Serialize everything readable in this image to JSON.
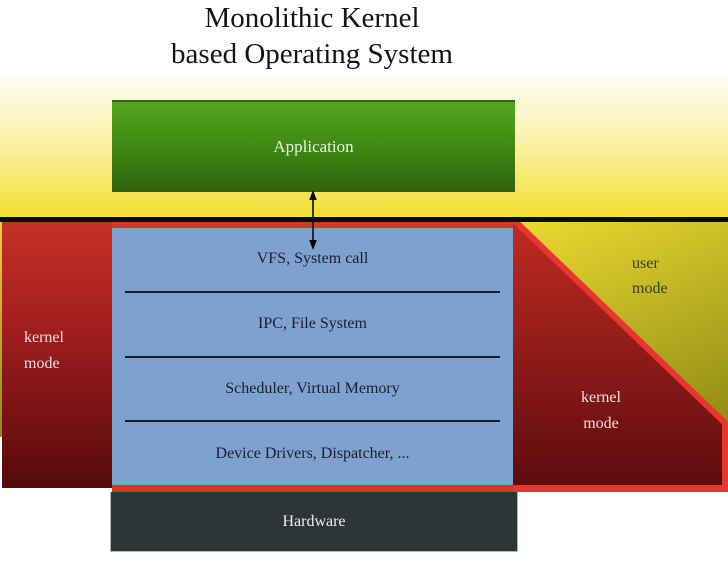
{
  "title": {
    "line1": "Monolithic Kernel",
    "line2": "based Operating System"
  },
  "user_space": {
    "application_label": "Application",
    "user_mode_label": "user mode"
  },
  "kernel_space": {
    "kernel_mode_left_label": "kernel mode",
    "kernel_mode_right_label": "kernel mode",
    "layers": [
      "VFS, System call",
      "IPC, File System",
      "Scheduler, Virtual Memory",
      "Device Drivers, Dispatcher, ..."
    ]
  },
  "hardware": {
    "label": "Hardware"
  },
  "colors": {
    "user_mode_yellow": "#f2df33",
    "user_mode_olive": "#8e8914",
    "kernel_mode_red_bright": "#e83530",
    "kernel_mode_red_dark": "#5a0b0d",
    "application_green": "#3f8a14",
    "kernel_blue": "#7ea1d0",
    "hardware_charcoal": "#2d3539",
    "separator_black": "#0c0c03"
  }
}
